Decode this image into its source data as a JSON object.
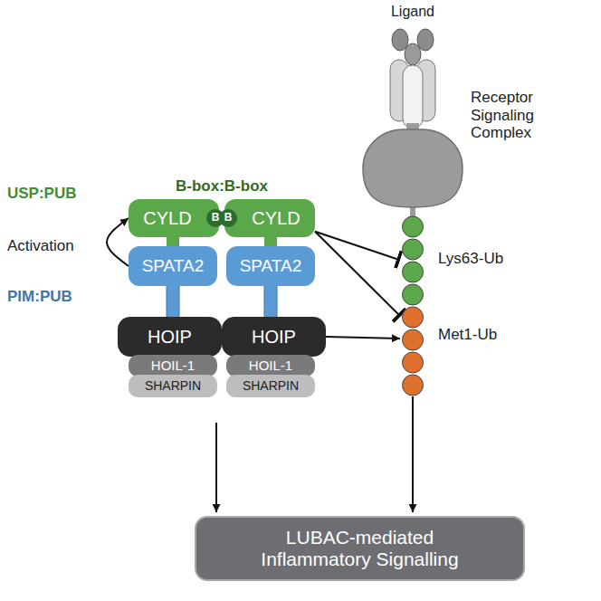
{
  "diagram": {
    "nodes": [
      {
        "text": [
          "CYLD"
        ]
      },
      {
        "text": [
          "B"
        ],
        "in": 0
      },
      {
        "text": [
          "CYLD"
        ]
      },
      {
        "text": [
          "B"
        ],
        "in": 2
      },
      {
        "text": [
          "SPATA2"
        ]
      },
      {
        "text": [
          "SPATA2"
        ]
      },
      {
        "text": [
          "HOIP"
        ]
      },
      {
        "text": [
          "HOIP"
        ]
      },
      {
        "text": [
          "HOIL-1"
        ]
      },
      {
        "text": [
          "HOIL-1"
        ]
      },
      {
        "text": [
          "SHARPIN"
        ]
      },
      {
        "text": [
          "SHARPIN"
        ]
      },
      {
        "text": [
          "Receptor Signaling Complex"
        ]
      },
      {
        "text": [
          "Lys63-Ub"
        ]
      },
      {
        "text": [
          "Met1-Ub"
        ]
      },
      {
        "text": [
          "LUBAC-mediated Inflammatory Signalling"
        ]
      }
    ],
    "edges": [
      {
        "from": 4,
        "to": 0,
        "arrow": "to"
      },
      {
        "from": 2,
        "to": 13,
        "arrow": "to"
      },
      {
        "from": 2,
        "to": 14,
        "arrow": "to"
      },
      {
        "from": 7,
        "to": 14,
        "arrow": "to"
      },
      {
        "from": 10,
        "to": 15,
        "arrow": "to"
      },
      {
        "from": 14,
        "to": 15,
        "arrow": "to"
      }
    ],
    "labels": [
      "B-box:B-box",
      "USP:PUB",
      "Activation",
      "PIM:PUB",
      "Ligand"
    ]
  }
}
